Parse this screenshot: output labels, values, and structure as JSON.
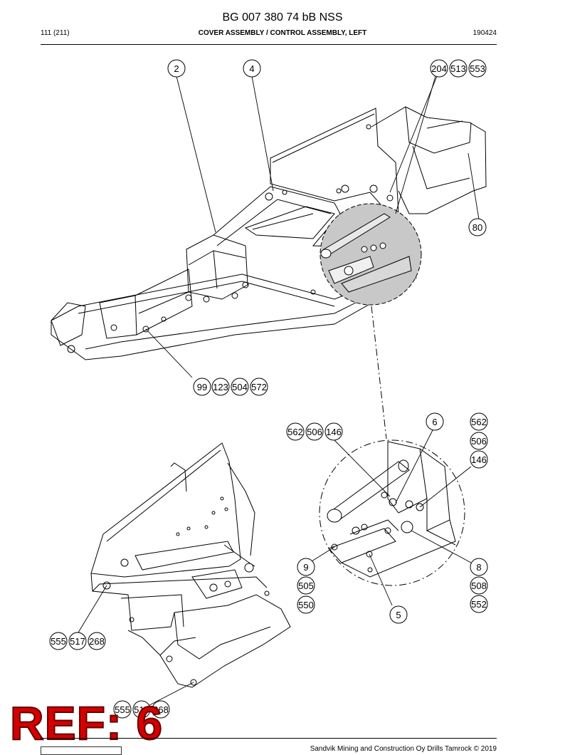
{
  "header": {
    "doc_number": "BG 007 380 74 bB NSS",
    "page": "111 (211)",
    "section_title": "COVER ASSEMBLY / CONTROL ASSEMBLY, LEFT",
    "date_code": "190424"
  },
  "callouts": {
    "c2": "2",
    "c4": "4",
    "c204": "204",
    "c513a": "513",
    "c553": "553",
    "c80": "80",
    "c99": "99",
    "c123": "123",
    "c504": "504",
    "c572": "572",
    "c562a": "562",
    "c506a": "506",
    "c146a": "146",
    "c6": "6",
    "c562b": "562",
    "c506b": "506",
    "c146b": "146",
    "c9": "9",
    "c505": "505",
    "c550": "550",
    "c8": "8",
    "c508": "508",
    "c552": "552",
    "c5": "5",
    "c555a": "555",
    "c517a": "517",
    "c268a": "268",
    "c555b": "555",
    "c517b": "517",
    "c268b": "268"
  },
  "stamp": "REF: 6",
  "footer": "Sandvik Mining and Construction Oy Drills Tamrock © 2019"
}
